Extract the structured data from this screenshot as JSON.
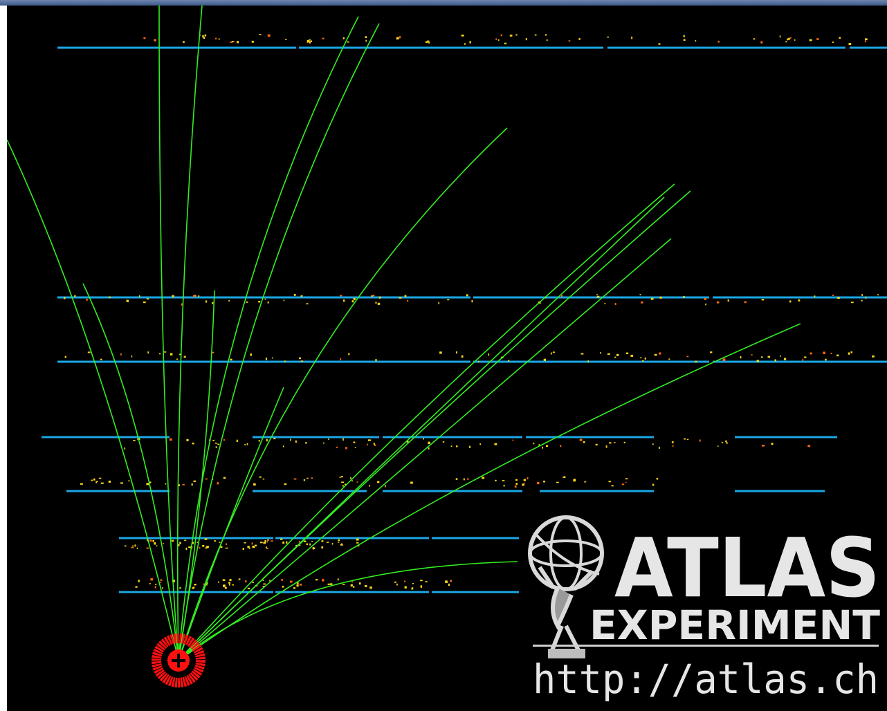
{
  "logo": {
    "title": "ATLAS",
    "subtitle": "EXPERIMENT",
    "url": "http://atlas.ch"
  },
  "colors": {
    "background": "#000000",
    "track": "#33ee22",
    "detector_layer": "#1aa8e6",
    "hit_yellow": "#f5d21a",
    "hit_orange": "#ff6a10",
    "vertex": "#ff1010",
    "logo_text": "#e6e6e6"
  },
  "icons": [
    "atlas-globe-figure-icon"
  ]
}
